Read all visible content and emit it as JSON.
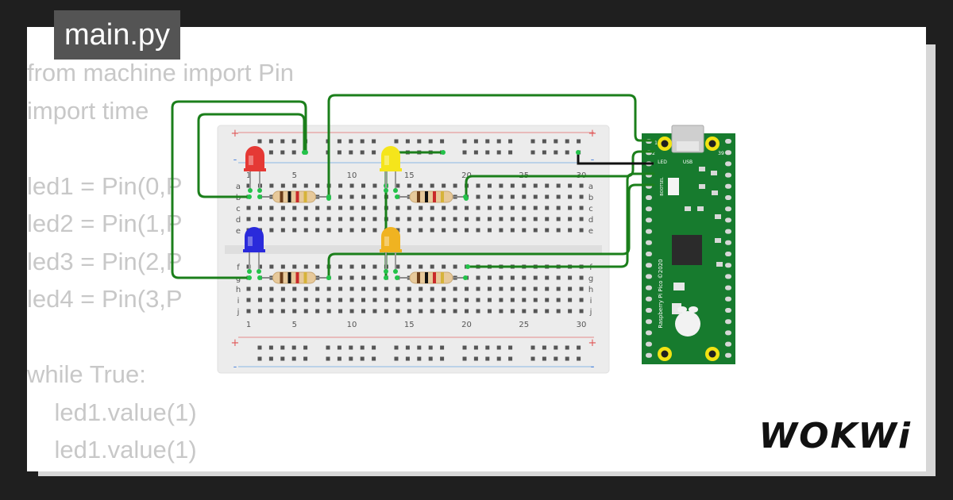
{
  "editor": {
    "file_name": "main.py",
    "code_lines": [
      "from machine import Pin",
      "import time",
      "",
      "led1 = Pin(0,P",
      "led2 = Pin(1,P",
      "led3 = Pin(2,P",
      "led4 = Pin(3,P",
      "",
      "while True:",
      "    led1.value(1)",
      "    led1.value(1)"
    ]
  },
  "breadboard": {
    "column_labels": [
      "1",
      "5",
      "10",
      "15",
      "20",
      "25",
      "30"
    ],
    "row_labels_top": [
      "a",
      "b",
      "c",
      "d",
      "e"
    ],
    "row_labels_bottom": [
      "f",
      "g",
      "h",
      "i",
      "j"
    ],
    "plus_sign": "+",
    "minus_sign": "-"
  },
  "leds": [
    {
      "color_name": "red",
      "hex": "#e53935"
    },
    {
      "color_name": "yellow",
      "hex": "#f5e51b"
    },
    {
      "color_name": "blue",
      "hex": "#2a2adb"
    },
    {
      "color_name": "orange",
      "hex": "#f0b321"
    }
  ],
  "pico": {
    "silk_label": "Raspberry Pi Pico ©2020",
    "usb_label": "USB",
    "led_label": "LED",
    "bootsel_label": "BOOTSEL",
    "pin1": "1",
    "pin2": "2",
    "pin39": "39",
    "board_color": "#177b2e"
  },
  "brand": {
    "logo_text": "WOKWi"
  },
  "wire_color": "#1b7f1b"
}
